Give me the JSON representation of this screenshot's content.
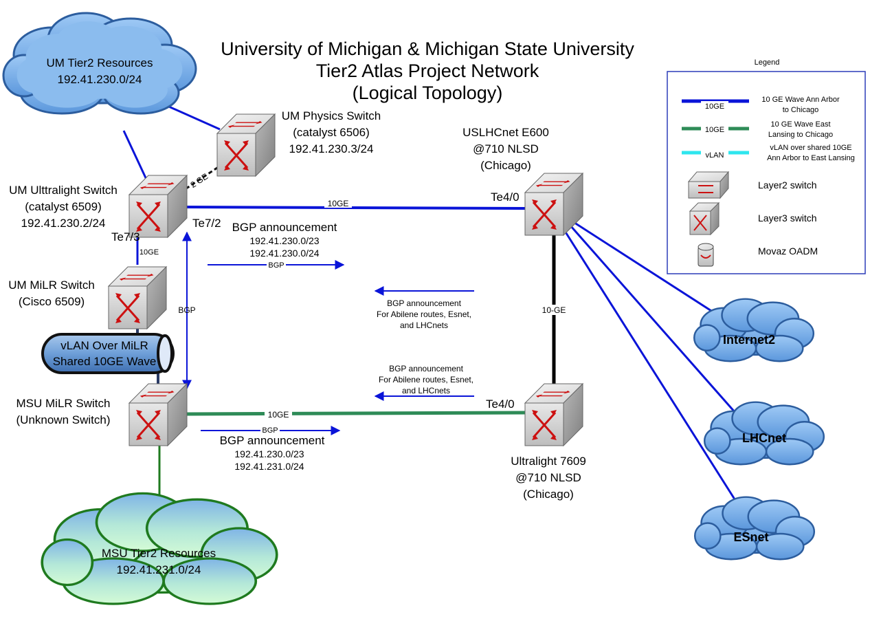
{
  "title": {
    "line1": "University of Michigan & Michigan State University",
    "line2": "Tier2 Atlas Project Network",
    "line3": "(Logical Topology)"
  },
  "colors": {
    "blue_link": "#0a14d8",
    "green_link": "#2e8b57",
    "cyan_link": "#2ee6ee",
    "black_link": "#000000",
    "cloud_blue": "#6fa8e6",
    "cloud_green": "#b8efc8",
    "switch_arrow": "#cc1111"
  },
  "clouds": {
    "um_tier2": {
      "name": "UM Tier2 Resources",
      "subnet": "192.41.230.0/24"
    },
    "msu_tier2": {
      "name": "MSU Tier2 Resources",
      "subnet": "192.41.231.0/24"
    },
    "internet2": {
      "name": "Internet2"
    },
    "lhcnet": {
      "name": "LHCnet"
    },
    "esnet": {
      "name": "ESnet"
    }
  },
  "devices": {
    "um_physics": {
      "line1": "UM Physics Switch",
      "line2": "(catalyst 6506)",
      "line3": "192.41.230.3/24"
    },
    "um_ultralight": {
      "line1": "UM Ulttralight Switch",
      "line2": "(catalyst 6509)",
      "line3": "192.41.230.2/24"
    },
    "um_milr": {
      "line1": "UM MiLR Switch",
      "line2": "(Cisco 6509)"
    },
    "msu_milr": {
      "line1": "MSU MiLR Switch",
      "line2": "(Unknown Switch)"
    },
    "uslhcnet": {
      "line1": "USLHCnet E600",
      "line2": "@710 NLSD",
      "line3": "(Chicago)"
    },
    "ultralight7609": {
      "line1": "Ultralight 7609",
      "line2": "@710 NLSD",
      "line3": "(Chicago)"
    }
  },
  "vlan_tube": {
    "line1": "vLAN Over MiLR",
    "line2": "Shared 10GE Wave"
  },
  "link_labels": {
    "two_ge": "2 GE",
    "ten_ge_top": "10GE",
    "ten_ge_milr": "10GE",
    "ten_ge_bottom": "10GE",
    "ten_ge_vertical": "10-GE",
    "te7_2": "Te7/2",
    "te7_3": "Te7/3",
    "te4_0_top": "Te4/0",
    "te4_0_bottom": "Te4/0",
    "bgp_vertical": "BGP"
  },
  "bgp": {
    "um_out": {
      "title": "BGP announcement",
      "line2": "192.41.230.0/23",
      "line3": "192.41.230.0/24",
      "arrow": "BGP"
    },
    "chi_to_um": {
      "line1": "BGP announcement",
      "line2": "For Abilene routes, Esnet,",
      "line3": "and LHCnets"
    },
    "chi_to_msu": {
      "line1": "BGP announcement",
      "line2": "For Abilene routes, Esnet,",
      "line3": "and LHCnets"
    },
    "msu_out": {
      "arrow": "BGP",
      "title": "BGP announcement",
      "line2": "192.41.230.0/23",
      "line3": "192.41.231.0/24"
    }
  },
  "legend": {
    "title": "Legend",
    "items": [
      {
        "tag": "10GE",
        "text1": "10 GE Wave  Ann Arbor",
        "text2": "to Chicago"
      },
      {
        "tag": "10GE",
        "text1": "10 GE Wave  East",
        "text2": "Lansing to Chicago"
      },
      {
        "tag": "vLAN",
        "text1": "vLAN over shared 10GE",
        "text2": "Ann Arbor to East Lansing"
      }
    ],
    "layer2": "Layer2 switch",
    "layer3": "Layer3 switch",
    "oadm": "Movaz OADM"
  }
}
